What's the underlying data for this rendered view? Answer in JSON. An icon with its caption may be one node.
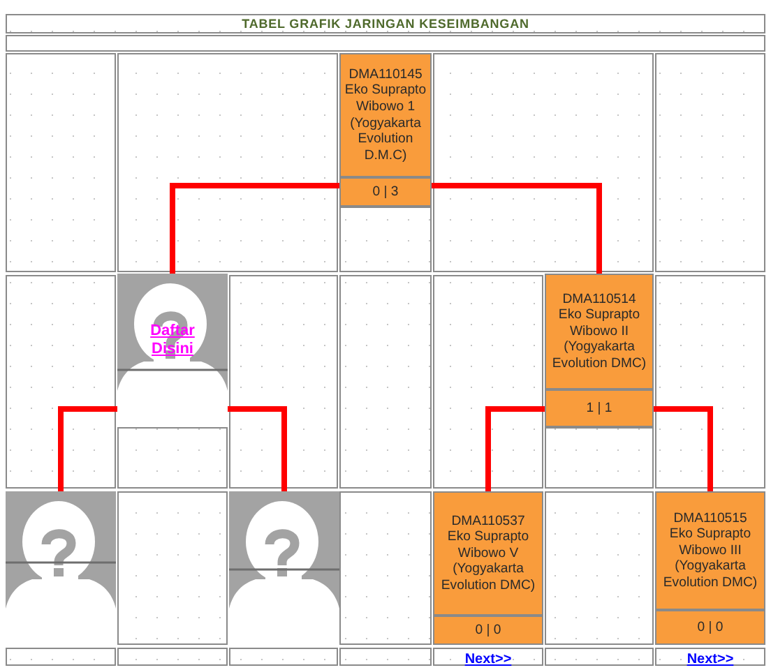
{
  "diagram": {
    "title": "TABEL GRAFIK JARINGAN KESEIMBANGAN",
    "nodes": [
      {
        "text": [
          "DMA110145 Eko Suprapto Wibowo 1 (Yogyakarta Evolution D.M.C)",
          "0 | 3"
        ]
      },
      {
        "text": [
          "Daftar Disini"
        ]
      },
      {
        "text": [
          "DMA110514 Eko Suprapto Wibowo II (Yogyakarta Evolution DMC)",
          "1 | 1"
        ]
      },
      {
        "text": [],
        "shape": "person"
      },
      {
        "text": [],
        "shape": "person"
      },
      {
        "text": [
          "DMA110537 Eko Suprapto Wibowo V (Yogyakarta Evolution DMC)",
          "0 | 0"
        ],
        "beside": [
          "Next>>"
        ]
      },
      {
        "text": [
          "DMA110515 Eko Suprapto Wibowo III (Yogyakarta Evolution DMC)",
          "0 | 0"
        ],
        "beside": [
          "Next>>"
        ]
      }
    ],
    "edges": [
      {
        "from": 0,
        "to": 1,
        "arrow": "none"
      },
      {
        "from": 0,
        "to": 2,
        "arrow": "none"
      },
      {
        "from": 1,
        "to": 3,
        "arrow": "none"
      },
      {
        "from": 1,
        "to": 4,
        "arrow": "none"
      },
      {
        "from": 2,
        "to": 5,
        "arrow": "none"
      },
      {
        "from": 2,
        "to": 6,
        "arrow": "none"
      }
    ]
  }
}
